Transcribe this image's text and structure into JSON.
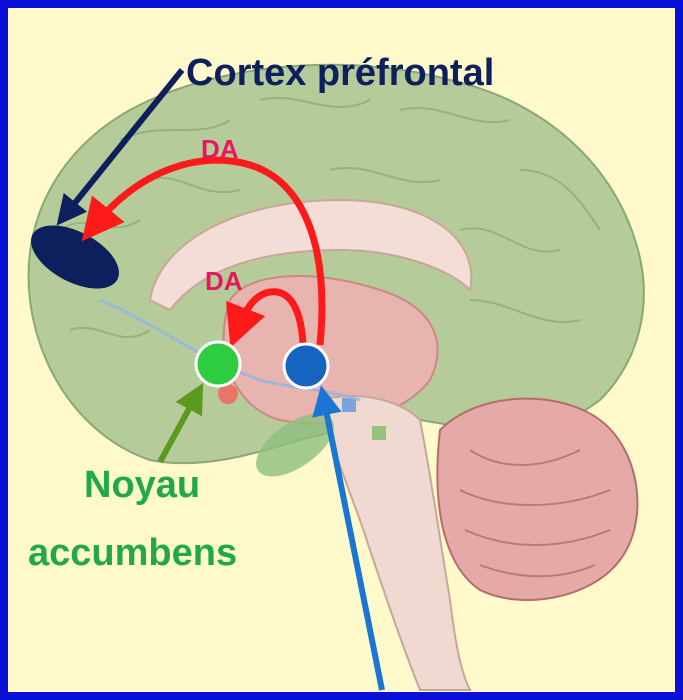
{
  "labels": {
    "cortex": "Cortex préfrontal",
    "da_upper": "DA",
    "da_lower": "DA",
    "nac_line1": "Noyau",
    "nac_line2": "accumbens"
  },
  "colors": {
    "border": "#0a10d8",
    "background": "#fff9cc",
    "pathway": "#ff1a1a",
    "cortex_marker": "#0d1f5c",
    "nac_marker": "#2ecc40",
    "vta_marker": "#1565c0",
    "label_da": "#e8175d",
    "label_nac": "#22a84a"
  }
}
